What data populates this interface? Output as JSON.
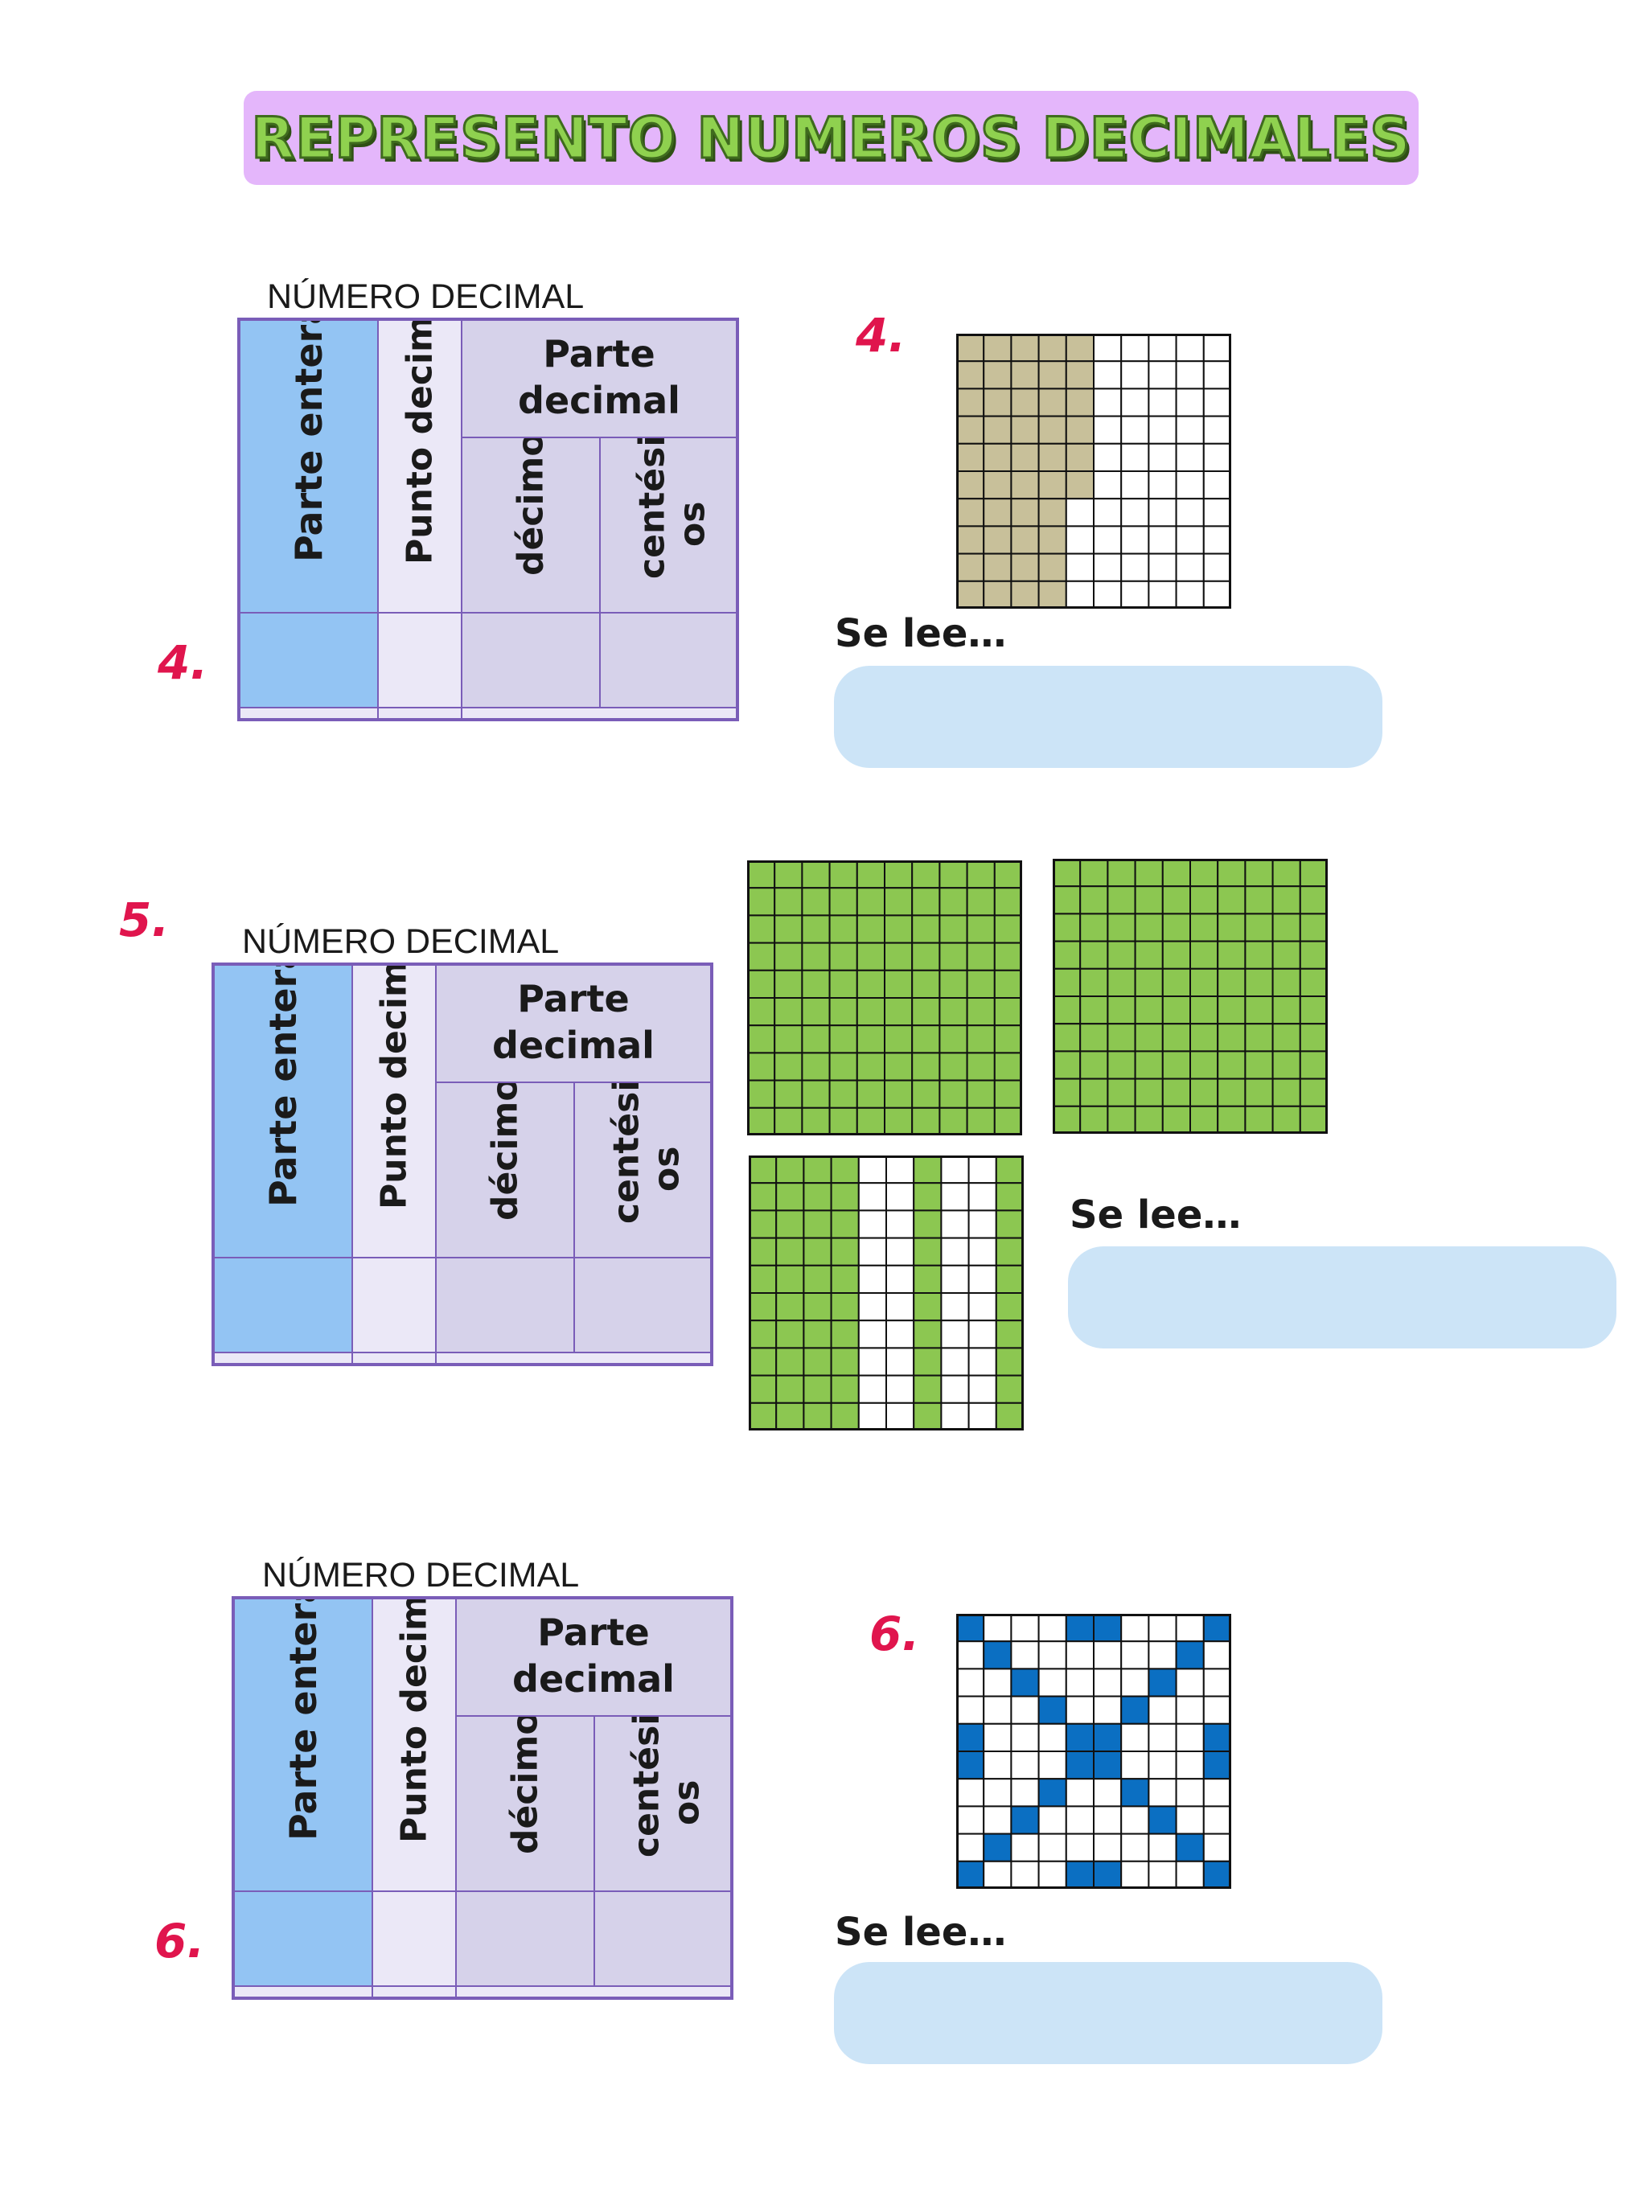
{
  "title": "REPRESENTO NUMEROS DECIMALES",
  "table_labels": {
    "caption": "NÚMERO DECIMAL",
    "integer_part": "Parte entera",
    "decimal_point": "Punto decimal",
    "decimal_part_line1": "Parte",
    "decimal_part_line2": "decimal",
    "tenths": "décimos",
    "hundredths_line1": "centésim",
    "hundredths_line2": "os"
  },
  "reads_label": "Se lee…",
  "exercises": [
    {
      "number": "4.",
      "grid_labels": [
        "4."
      ],
      "grids": [
        {
          "fill": "#c8c09a",
          "count": 46,
          "pattern": "columns"
        }
      ]
    },
    {
      "number": "5.",
      "grids": [
        {
          "fill": "#8cc751",
          "count": 100,
          "pattern": "full"
        },
        {
          "fill": "#8cc751",
          "count": 100,
          "pattern": "full"
        },
        {
          "fill": "#8cc751",
          "count": 59,
          "pattern": "stripes"
        }
      ]
    },
    {
      "number": "6.",
      "grid_labels": [
        "6."
      ],
      "grids": [
        {
          "fill": "#0b6fc2",
          "count": 32,
          "pattern": "x"
        }
      ]
    }
  ],
  "colors": {
    "title_bg": "#e4b6fb",
    "integer_cell": "#93c4f3",
    "point_cell": "#ebe8f7",
    "decimal_cell": "#d6d2ea",
    "border": "#7a5db8",
    "answer_box": "#cce4f7",
    "number_red": "#e0154d"
  }
}
